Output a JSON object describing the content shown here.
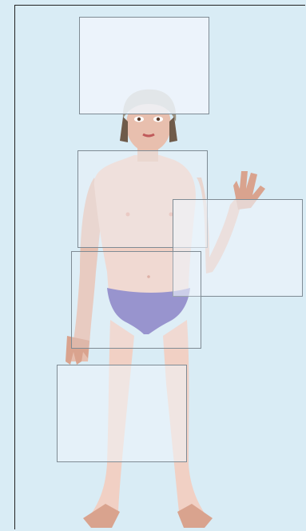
{
  "scene": {
    "background_color": "#d9ecf5",
    "skin_color": "#f1d0c4",
    "hair_color": "#9c9382",
    "underwear_color": "#7b75bf"
  },
  "drop_slots": [
    {
      "id": "slot-head-top",
      "fill": "#eef5fb"
    },
    {
      "id": "slot-chest",
      "fill": "#eef5fb"
    },
    {
      "id": "slot-right-arm",
      "fill": "#eef5fb"
    },
    {
      "id": "slot-hips",
      "fill": "#eef5fb"
    },
    {
      "id": "slot-legs",
      "fill": "#eef5fb"
    }
  ]
}
